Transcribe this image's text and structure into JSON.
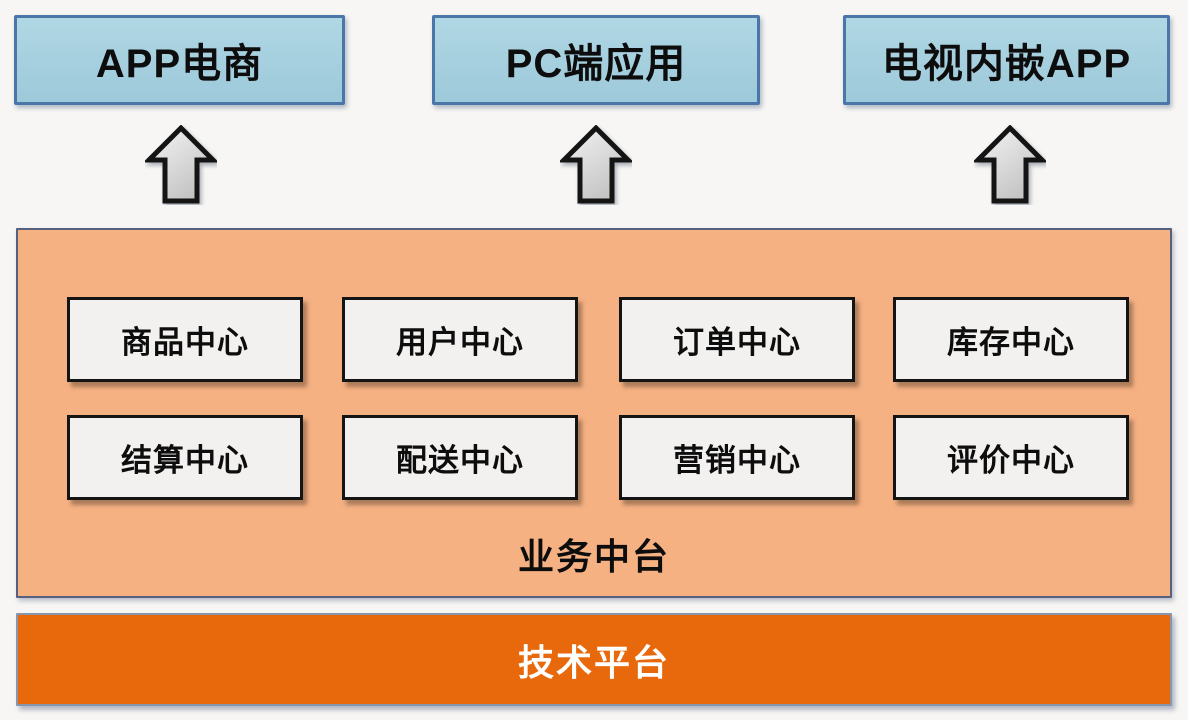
{
  "channels": [
    {
      "label": "APP电商"
    },
    {
      "label": "PC端应用"
    },
    {
      "label": "电视内嵌APP"
    }
  ],
  "business_platform": {
    "title": "业务中台",
    "centers": [
      "商品中心",
      "用户中心",
      "订单中心",
      "库存中心",
      "结算中心",
      "配送中心",
      "营销中心",
      "评价中心"
    ]
  },
  "tech_platform": {
    "title": "技术平台"
  },
  "colors": {
    "background": "#f7f6f4",
    "channel_fill": "#a6cfdf",
    "channel_border": "#4a77a8",
    "arrow_fill": "#dcdcdc",
    "arrow_border": "#141414",
    "panel_fill": "#f6b183",
    "panel_border": "#56627d",
    "center_box_fill": "#f2f1f0",
    "center_box_border": "#141414",
    "tech_bar_fill": "#e8690b",
    "tech_bar_border": "#8795ad",
    "text_dark": "#0d0d0d",
    "text_light": "#ffffff"
  }
}
